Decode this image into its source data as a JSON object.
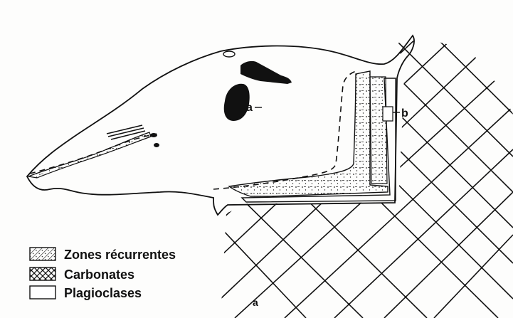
{
  "figure": {
    "panel_label": "a",
    "marker_a": "a",
    "marker_b": "b"
  },
  "legend": {
    "items": [
      {
        "label": "Zones récurrentes",
        "swatch": "hatch-dots"
      },
      {
        "label": "Carbonates",
        "swatch": "crosshatch"
      },
      {
        "label": "Plagioclases",
        "swatch": "blank"
      }
    ]
  },
  "colors": {
    "ink": "#111111",
    "paper": "#fdfdfc"
  }
}
